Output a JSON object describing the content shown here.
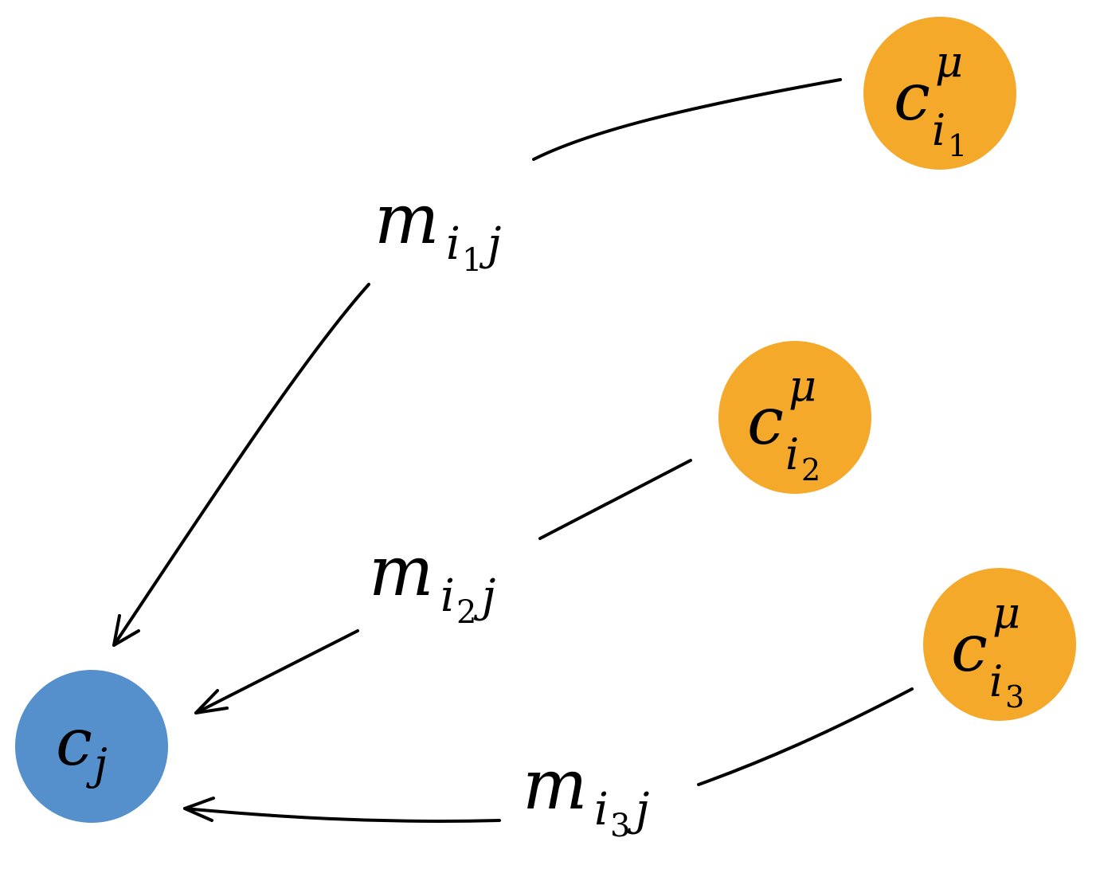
{
  "diagram": {
    "colors": {
      "target_node": "#5590cc",
      "source_node": "#f4a92a",
      "edge": "#000000",
      "text": "#000000"
    },
    "nodes": {
      "target": {
        "base": "c",
        "sub": "j"
      },
      "sources": [
        {
          "base": "c",
          "sup": "μ",
          "sub": "i",
          "subsub": "1"
        },
        {
          "base": "c",
          "sup": "μ",
          "sub": "i",
          "subsub": "2"
        },
        {
          "base": "c",
          "sup": "μ",
          "sub": "i",
          "subsub": "3"
        }
      ]
    },
    "messages": [
      {
        "base": "m",
        "sub": "i",
        "subsub": "1",
        "sub2": "j"
      },
      {
        "base": "m",
        "sub": "i",
        "subsub": "2",
        "sub2": "j"
      },
      {
        "base": "m",
        "sub": "i",
        "subsub": "3",
        "sub2": "j"
      }
    ]
  }
}
